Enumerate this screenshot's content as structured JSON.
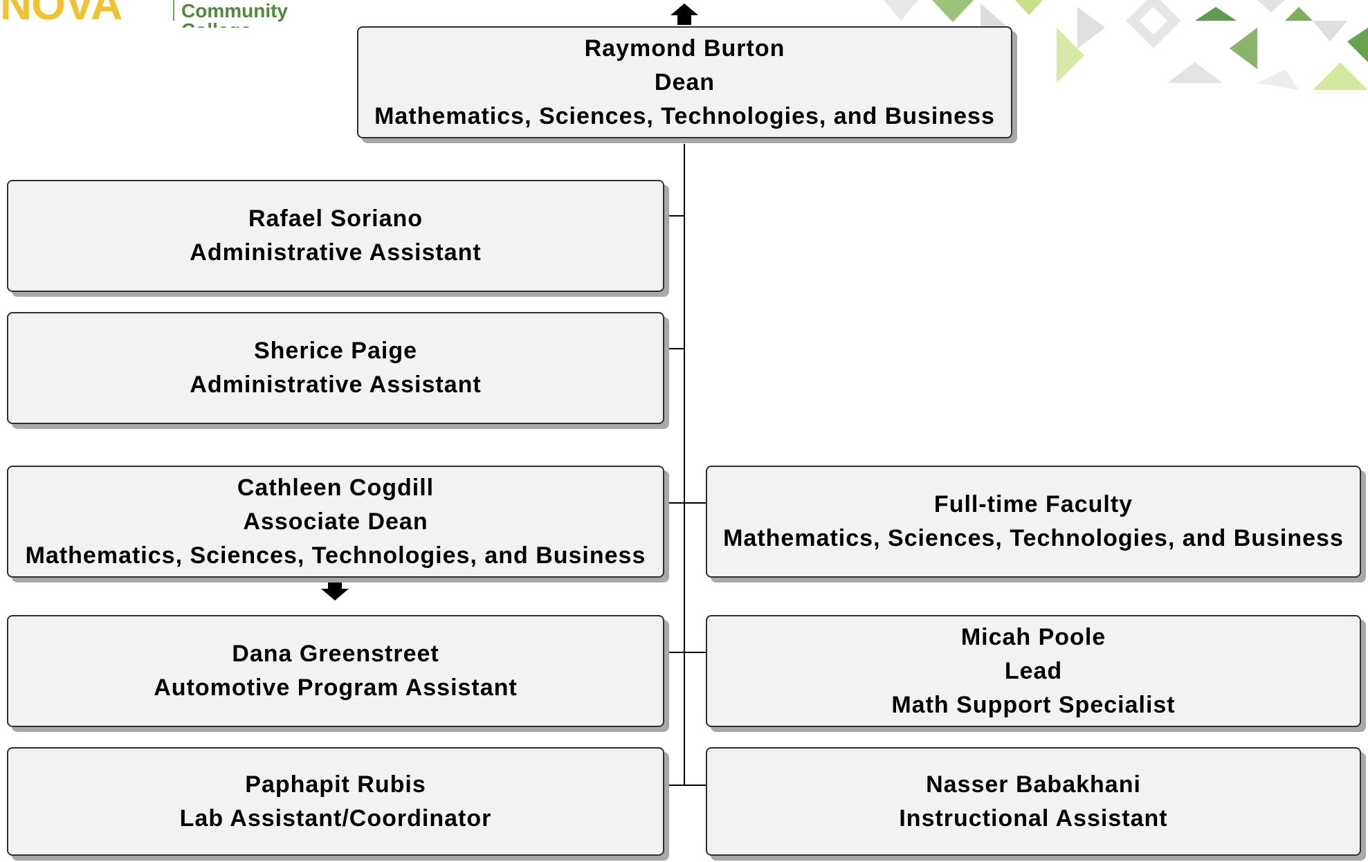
{
  "header": {
    "logo_text": "NOVA",
    "logo_subtext": "Community College"
  },
  "colors": {
    "box_fill": "#f2f2f2",
    "box_border": "#2e2e2e",
    "shadow": "#a8a8a8",
    "logo_gold": "#f2c12e",
    "logo_green": "#4f8a3a"
  },
  "nodes": {
    "dean": {
      "name": "Raymond Burton",
      "title": "Dean",
      "department": "Mathematics, Sciences, Technologies, and Business"
    },
    "soriano": {
      "name": "Rafael Soriano",
      "title": "Administrative Assistant"
    },
    "paige": {
      "name": "Sherice Paige",
      "title": "Administrative Assistant"
    },
    "cogdill": {
      "name": "Cathleen Cogdill",
      "title": "Associate Dean",
      "department": "Mathematics, Sciences, Technologies, and Business"
    },
    "faculty": {
      "name": "Full-time Faculty",
      "department": "Mathematics, Sciences, Technologies, and Business"
    },
    "greenstreet": {
      "name": "Dana Greenstreet",
      "title": "Automotive Program Assistant"
    },
    "poole": {
      "name": "Micah Poole",
      "title": "Lead",
      "department": "Math Support Specialist"
    },
    "rubis": {
      "name": "Paphapit Rubis",
      "title": "Lab Assistant/Coordinator"
    },
    "babakhani": {
      "name": "Nasser Babakhani",
      "title": "Instructional Assistant"
    }
  }
}
